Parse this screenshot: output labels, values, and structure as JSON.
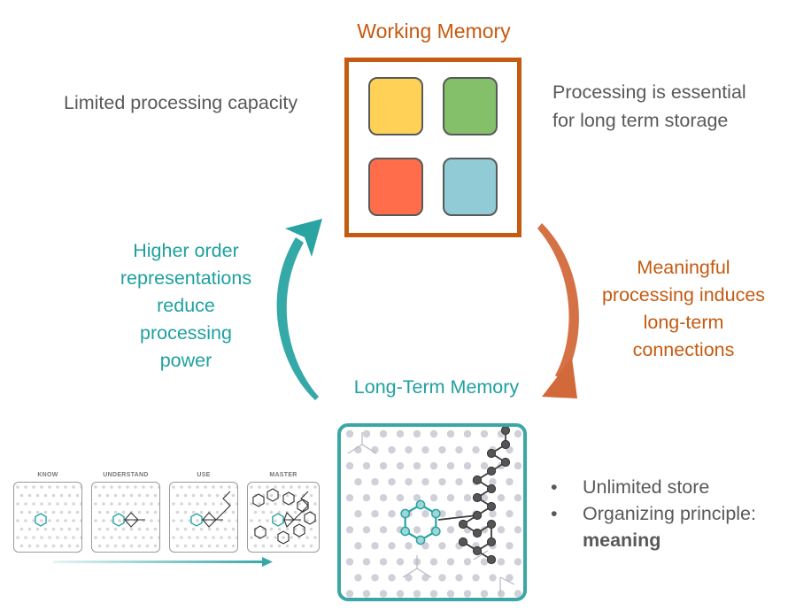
{
  "working_memory": {
    "title": "Working Memory",
    "squares": [
      {
        "color": "#ffd257"
      },
      {
        "color": "#84c06a"
      },
      {
        "color": "#ff6d4b"
      },
      {
        "color": "#91cbd6"
      }
    ]
  },
  "notes": {
    "left": "Limited processing capacity",
    "right_line1": "Processing is essential",
    "right_line2": "for long term storage"
  },
  "arrows": {
    "left_text": [
      "Higher order",
      "representations",
      "reduce",
      "processing",
      "power"
    ],
    "right_text": [
      "Meaningful",
      "processing induces",
      "long-term",
      "connections"
    ],
    "left_color": "#2aa3a3",
    "right_color": "#d2693b"
  },
  "long_term_memory": {
    "title": "Long-Term Memory",
    "points": [
      {
        "bullet": "•",
        "text": "Unlimited store"
      },
      {
        "bullet": "•",
        "text": "Organizing principle:"
      }
    ],
    "emphasis": "meaning"
  },
  "stages": {
    "labels": [
      "KNOW",
      "UNDERSTAND",
      "USE",
      "MASTER"
    ]
  },
  "colors": {
    "orange": "#c55a11",
    "teal": "#20a0a0",
    "gray_text": "#595959",
    "node_gray": "#cfd0d8",
    "dark_node": "#4d4d4d"
  }
}
